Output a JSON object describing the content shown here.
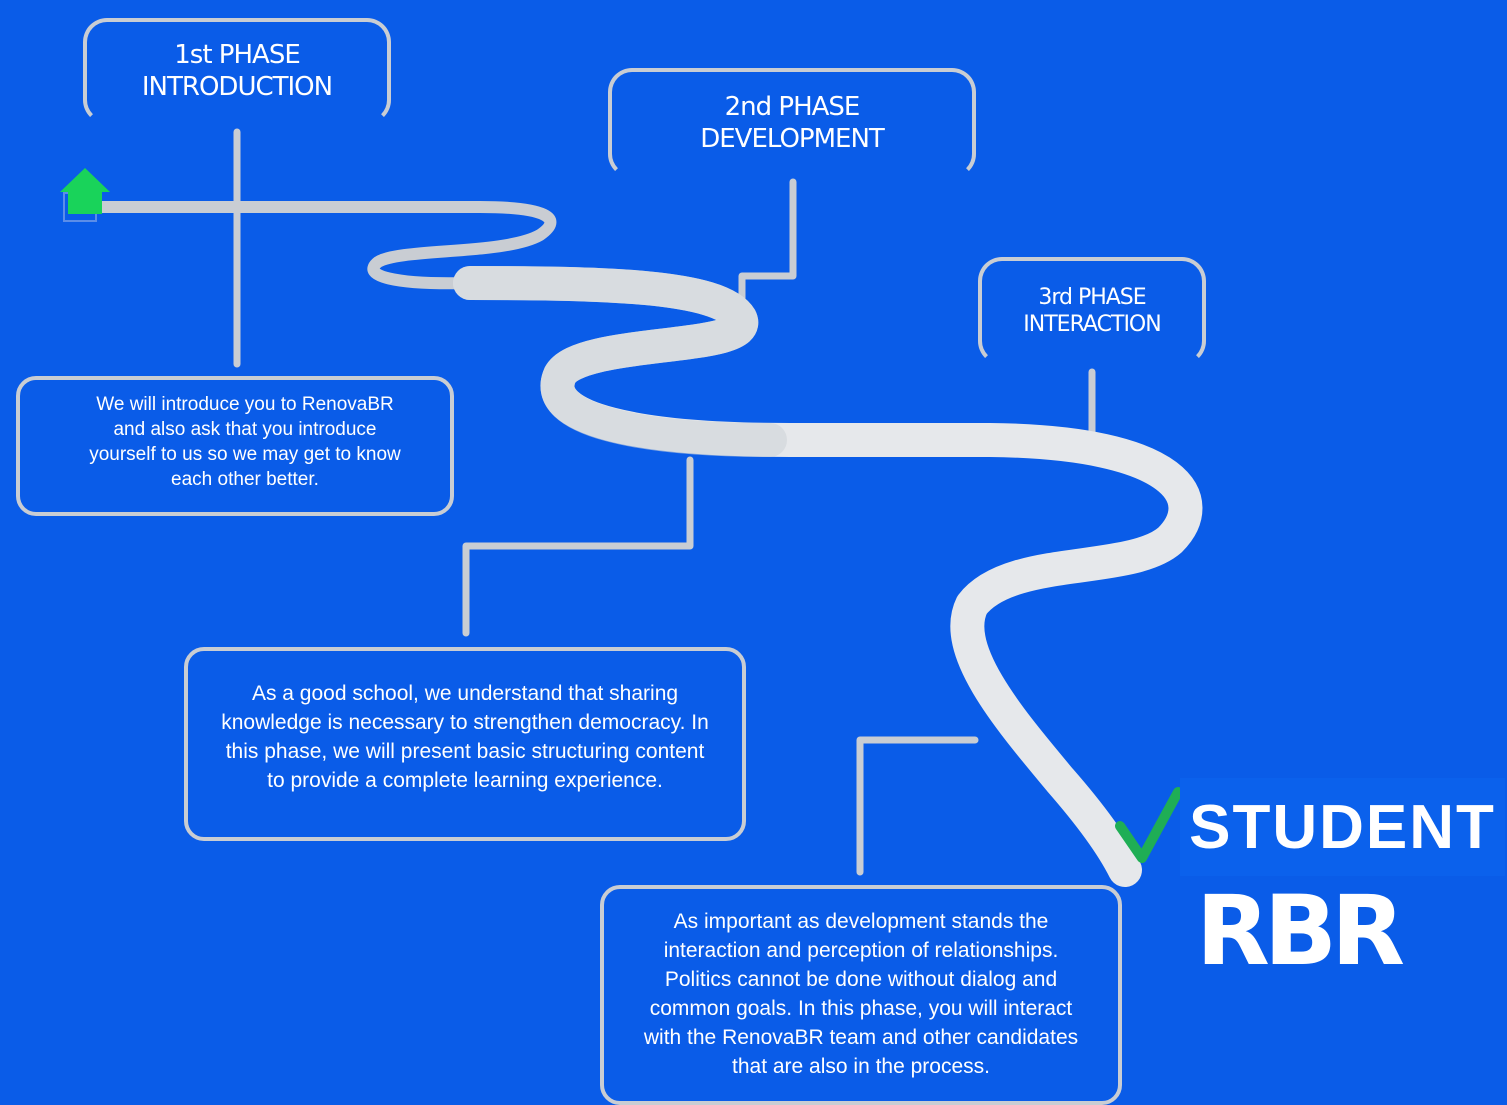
{
  "phases": [
    {
      "title": "1st PHASE",
      "subtitle": "INTRODUCTION"
    },
    {
      "title": "2nd PHASE",
      "subtitle": "DEVELOPMENT"
    },
    {
      "title": "3rd PHASE",
      "subtitle": "INTERACTION"
    }
  ],
  "descriptions": [
    "We will introduce you to RenovaBR and also ask that you introduce yourself to us so we may get to know each other better.",
    "As a good school, we understand that sharing knowledge is necessary to strengthen democracy. In this phase, we will present basic structuring content to provide a complete learning experience.",
    "As important as development stands the interaction and perception of relationships. Politics cannot be done without dialog and common goals. In this phase, you will interact with the RenovaBR team and other candidates that are also in the process."
  ],
  "badge": {
    "label": "STUDENT"
  },
  "logo": {
    "text": "RBR"
  },
  "icons": {
    "start": "home-icon",
    "end": "checkmark-icon"
  },
  "colors": {
    "background": "#0a5ce8",
    "road": "#e6e8eb",
    "connector": "#c9cdd3",
    "home": "#19d35a",
    "check": "#1fae55"
  }
}
